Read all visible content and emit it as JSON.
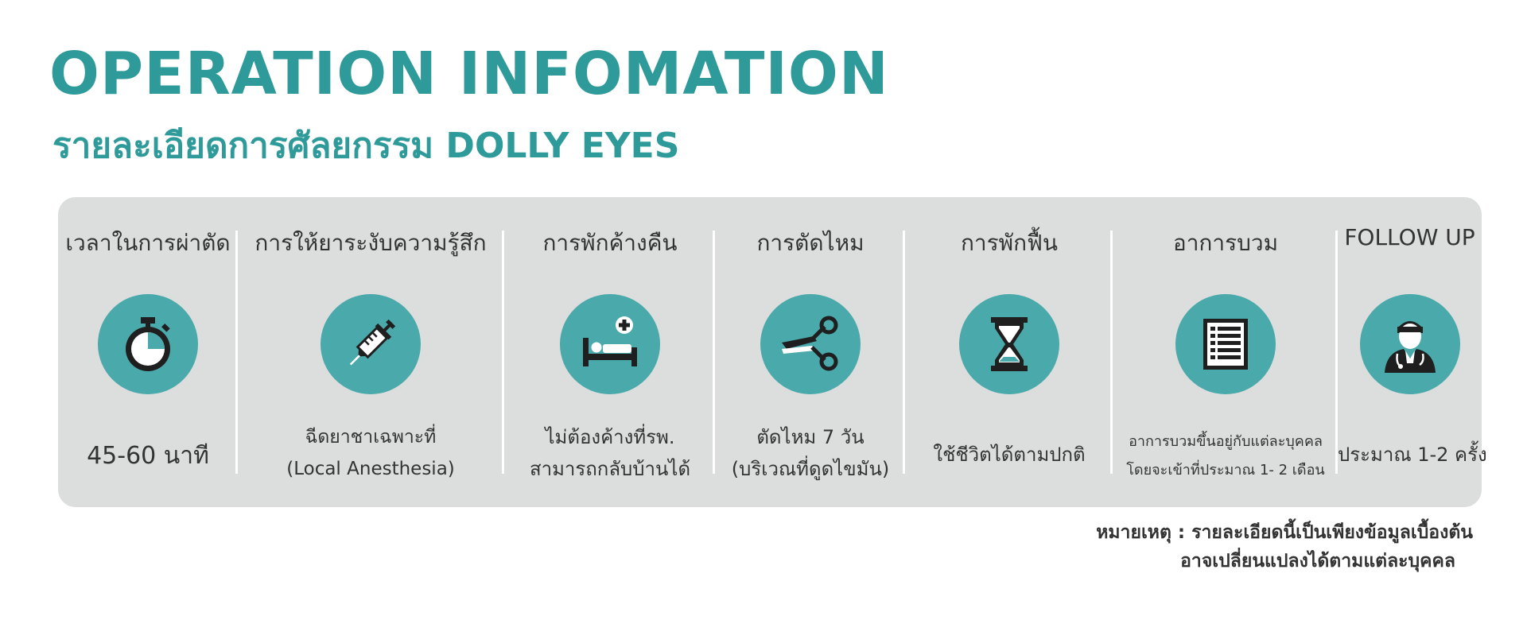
{
  "header": {
    "title": "OPERATION INFOMATION",
    "subtitle": "รายละเอียดการศัลยกรรม DOLLY EYES"
  },
  "colors": {
    "accent": "#2e9a99",
    "icon_bg": "#4aa9aa",
    "panel_bg": "#dcdddd",
    "icon_fg": "#1f1f1f"
  },
  "columns": [
    {
      "title": "เวลาในการผ่าตัด",
      "icon": "stopwatch-icon",
      "lines": [
        "45-60 นาที"
      ]
    },
    {
      "title": "การให้ยาระงับความรู้สึก",
      "icon": "syringe-icon",
      "lines": [
        "ฉีดยาชาเฉพาะที่",
        "(Local Anesthesia)"
      ]
    },
    {
      "title": "การพักค้างคืน",
      "icon": "hospital-bed-icon",
      "lines": [
        "ไม่ต้องค้างที่รพ.",
        "สามารถกลับบ้านได้"
      ]
    },
    {
      "title": "การตัดไหม",
      "icon": "scissors-icon",
      "lines": [
        "ตัดไหม 7 วัน",
        "(บริเวณที่ดูดไขมัน)"
      ]
    },
    {
      "title": "การพักฟื้น",
      "icon": "hourglass-icon",
      "lines": [
        "ใช้ชีวิตได้ตามปกติ"
      ]
    },
    {
      "title": "อาการบวม",
      "icon": "checklist-icon",
      "lines": [
        "อาการบวมขึ้นอยู่กับแต่ละบุคคล",
        "โดยจะเข้าที่ประมาณ 1- 2 เดือน"
      ]
    },
    {
      "title": "FOLLOW UP",
      "icon": "doctor-icon",
      "lines": [
        "ประมาณ 1-2 ครั้ง"
      ]
    }
  ],
  "note": {
    "line1": "หมายเหตุ : รายละเอียดนี้เป็นเพียงข้อมูลเบื้องต้น",
    "line2": "อาจเปลี่ยนแปลงได้ตามแต่ละบุคคล"
  }
}
